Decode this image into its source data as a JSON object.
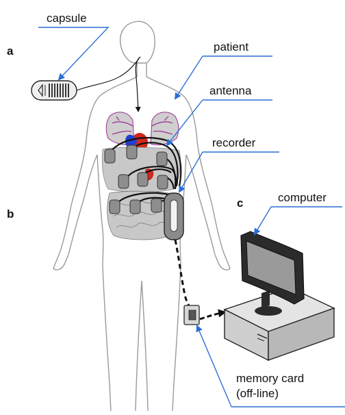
{
  "labels": {
    "capsule": "capsule",
    "patient": "patient",
    "antenna": "antenna",
    "recorder": "recorder",
    "computer": "computer",
    "memory_card_line1": "memory card",
    "memory_card_line2": "(off-line)"
  },
  "panel_letters": {
    "a": "a",
    "b": "b",
    "c": "c"
  },
  "colors": {
    "leader_line": "#2a6fd6",
    "body_outline": "#9a9a9a",
    "organ_fill": "#c8c8c8",
    "lung_vessels": "#9b2a8f",
    "heart_red": "#d2281e",
    "heart_blue": "#1f3fd0",
    "monitor_dark": "#2b2b2b"
  },
  "icons": {
    "capsule": "capsule-icon",
    "antenna": "antenna-sensor-icon",
    "recorder": "recorder-icon",
    "computer": "desktop-computer-icon",
    "memory_card": "memory-card-icon"
  }
}
